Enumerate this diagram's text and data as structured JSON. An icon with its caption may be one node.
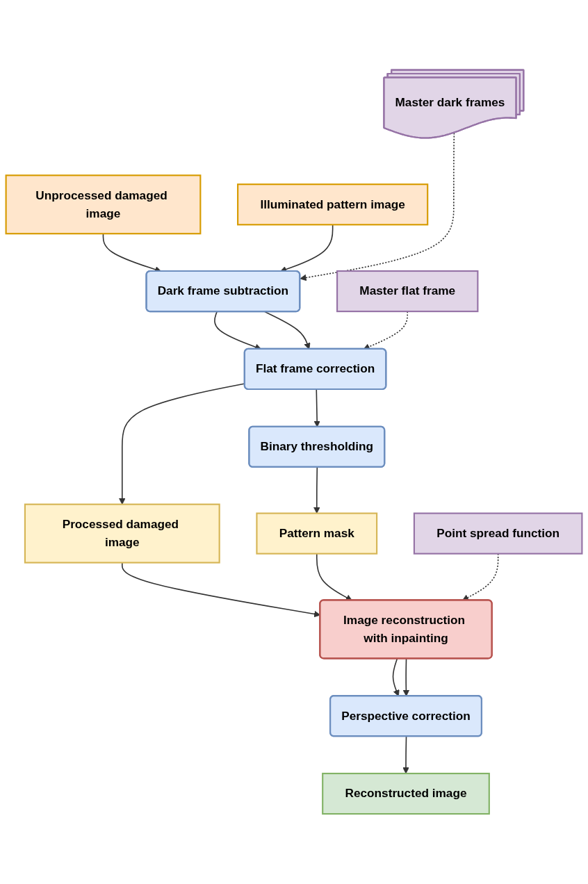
{
  "diagram": {
    "nodes": [
      {
        "text": [
          "Unprocessed damaged image"
        ]
      },
      {
        "text": [
          "Illuminated pattern image"
        ]
      },
      {
        "text": [
          "Master dark frames"
        ]
      },
      {
        "text": [
          "Dark frame subtraction"
        ]
      },
      {
        "text": [
          "Master flat frame"
        ]
      },
      {
        "text": [
          "Flat frame correction"
        ]
      },
      {
        "text": [
          "Binary thresholding"
        ]
      },
      {
        "text": [
          "Processed damaged image"
        ]
      },
      {
        "text": [
          "Pattern mask"
        ]
      },
      {
        "text": [
          "Point spread function"
        ]
      },
      {
        "text": [
          "Image reconstruction with inpainting"
        ]
      },
      {
        "text": [
          "Perspective correction"
        ]
      },
      {
        "text": [
          "Reconstructed image"
        ]
      }
    ],
    "edges": [
      {
        "from": 0,
        "to": 3,
        "arrow": "to"
      },
      {
        "from": 1,
        "to": 3,
        "arrow": "to"
      },
      {
        "from": 2,
        "to": 3,
        "arrow": "to",
        "style": "dashed"
      },
      {
        "from": 3,
        "to": 5,
        "arrow": "to"
      },
      {
        "from": 3,
        "to": 5,
        "arrow": "to"
      },
      {
        "from": 4,
        "to": 5,
        "arrow": "to",
        "style": "dashed"
      },
      {
        "from": 5,
        "to": 7,
        "arrow": "to"
      },
      {
        "from": 5,
        "to": 6,
        "arrow": "to"
      },
      {
        "from": 6,
        "to": 8,
        "arrow": "to"
      },
      {
        "from": 7,
        "to": 10,
        "arrow": "to"
      },
      {
        "from": 8,
        "to": 10,
        "arrow": "to"
      },
      {
        "from": 9,
        "to": 10,
        "arrow": "to",
        "style": "dashed"
      },
      {
        "from": 10,
        "to": 11,
        "arrow": "to"
      },
      {
        "from": 10,
        "to": 11,
        "arrow": "to"
      },
      {
        "from": 11,
        "to": 12,
        "arrow": "to"
      }
    ]
  }
}
